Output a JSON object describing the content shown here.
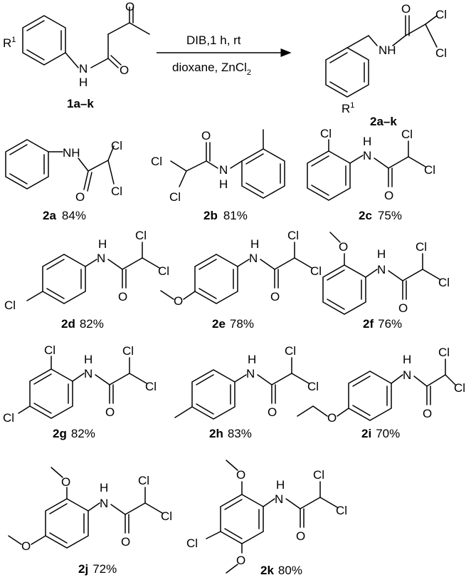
{
  "scheme": {
    "starting_material": "1a–k",
    "product_general": "2a–k",
    "reagents_top": "DIB,1 h, rt",
    "reagents_bottom": "dioxane, ZnCl",
    "reagents_bottom_sub": "2",
    "substituent": "R",
    "substituent_sup": "1"
  },
  "atoms": {
    "o": "O",
    "n": "N",
    "h": "H",
    "cl": "Cl"
  },
  "products": [
    {
      "id": "2a",
      "yield": "84%"
    },
    {
      "id": "2b",
      "yield": "81%"
    },
    {
      "id": "2c",
      "yield": "75%"
    },
    {
      "id": "2d",
      "yield": "82%"
    },
    {
      "id": "2e",
      "yield": "78%"
    },
    {
      "id": "2f",
      "yield": "76%"
    },
    {
      "id": "2g",
      "yield": "82%"
    },
    {
      "id": "2h",
      "yield": "83%"
    },
    {
      "id": "2i",
      "yield": "70%"
    },
    {
      "id": "2j",
      "yield": "72%"
    },
    {
      "id": "2k",
      "yield": "80%"
    }
  ]
}
